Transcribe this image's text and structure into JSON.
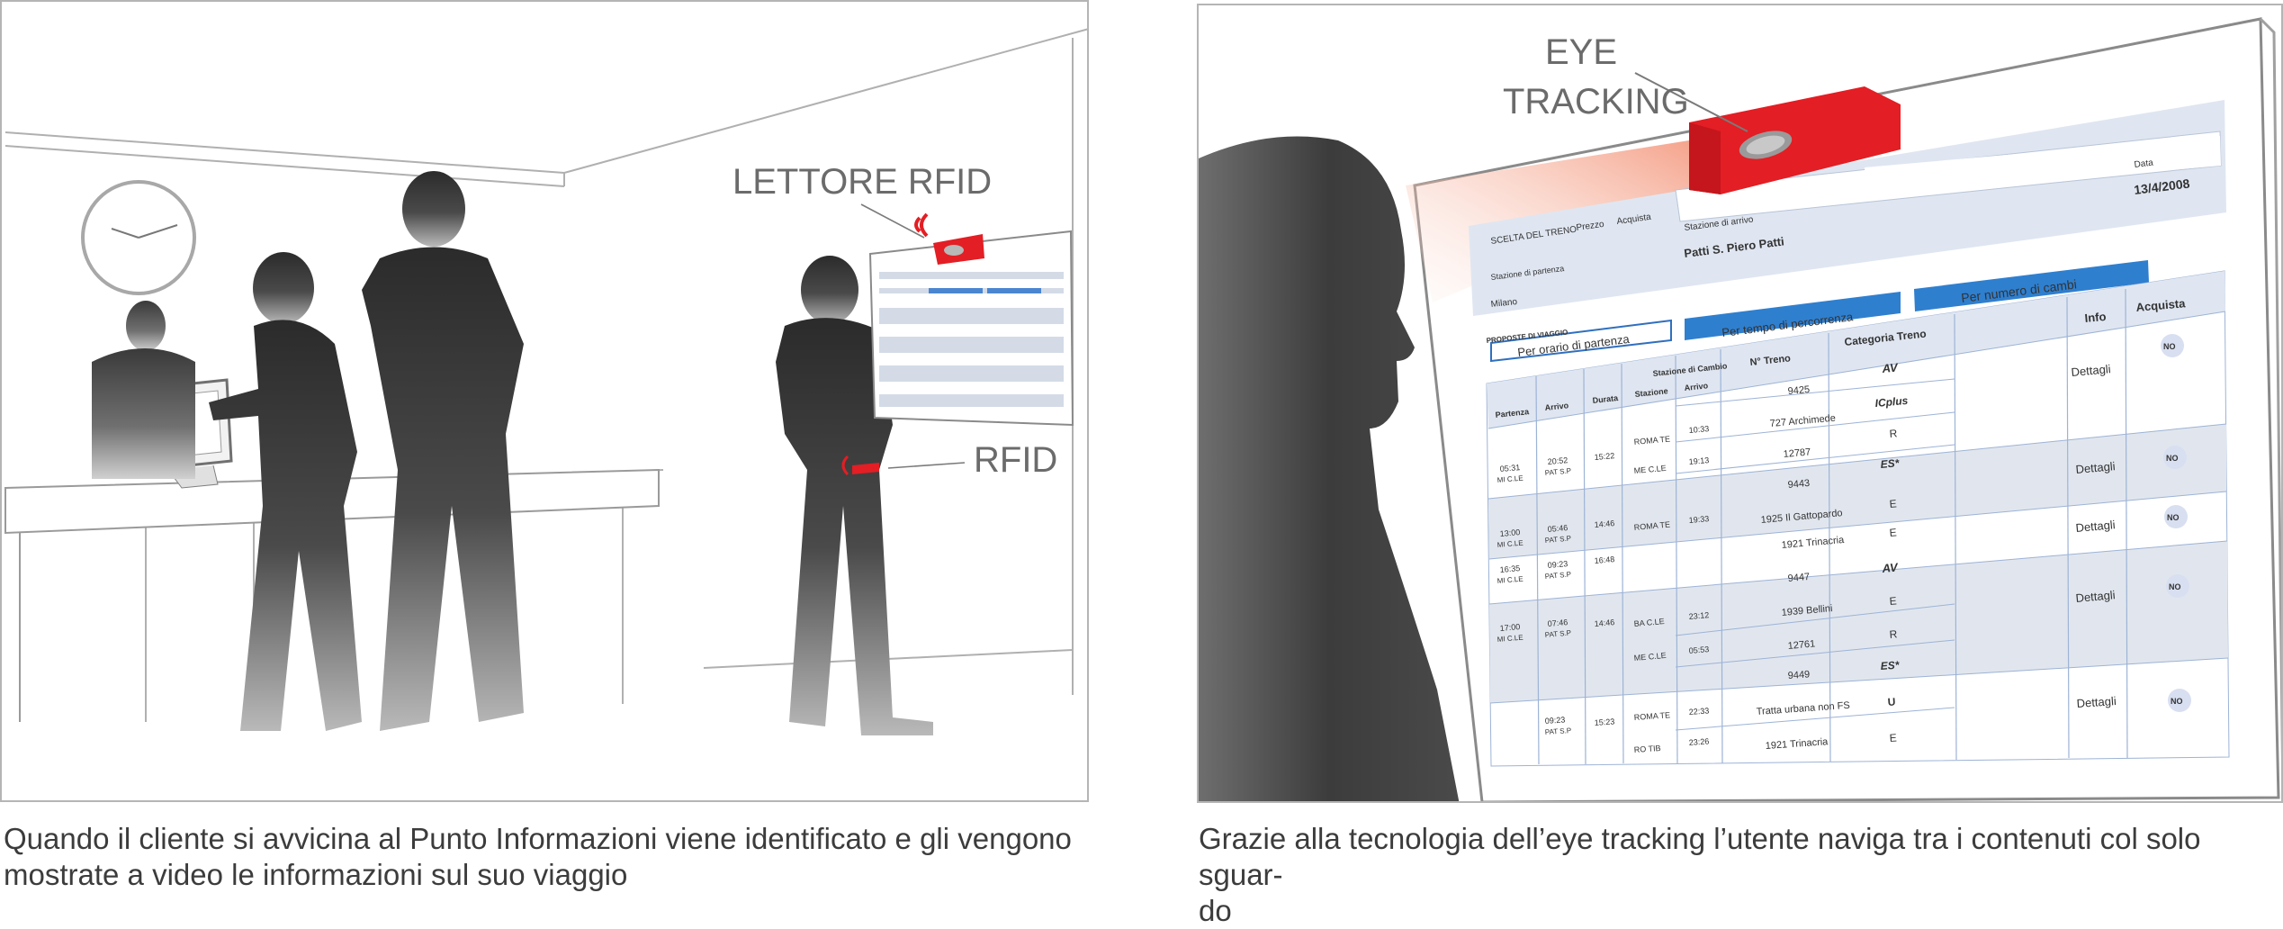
{
  "left_panel": {
    "callout_reader": "LETTORE RFID",
    "callout_tag": "RFID",
    "caption_line1": "Quando il cliente si avvicina al Punto Informazioni viene identificato e gli vengono",
    "caption_line2": "mostrate a video le informazioni sul suo viaggio"
  },
  "right_panel": {
    "callout_line1": "EYE",
    "callout_line2": "TRACKING",
    "caption_line1": "Grazie alla tecnologia dell’eye tracking l’utente naviga tra i contenuti col solo sguar-",
    "caption_line2": "do",
    "screen": {
      "tabs": [
        "SCELTA DEL TRENO",
        "Prezzo",
        "Acquista"
      ],
      "date_label": "Data",
      "date_value": "13/4/2008",
      "arrival_label": "Stazione di arrivo",
      "arrival_value": "Patti S. Piero Patti",
      "departure_label": "Stazione di partenza",
      "departure_value": "Milano",
      "proposals_label": "PROPOSTE DI VIAGGIO",
      "sort_buttons": [
        "Per orario di partenza",
        "Per tempo di percorrenza",
        "Per numero di cambi"
      ],
      "headers": {
        "partenza": "Partenza",
        "arrivo": "Arrivo",
        "durata": "Durata",
        "cambio": "Stazione di Cambio",
        "stazione": "Stazione",
        "arrivo2": "Arrivo",
        "treno": "N° Treno",
        "categoria": "Categoria Treno",
        "info": "Info",
        "acquista": "Acquista"
      },
      "rows": [
        {
          "partenza": "05:31",
          "partenza_st": "MI C.LE",
          "arrivo": "20:52",
          "arrivo_st": "PAT S.P",
          "durata": "15:22",
          "stations": [
            "",
            "ROMA TE",
            "ME C.LE",
            ""
          ],
          "st_times": [
            "",
            "10:33",
            "19:13",
            ""
          ],
          "trains": [
            "9425",
            "727 Archimede",
            "12787",
            "9443"
          ],
          "cats": [
            "AV",
            "ICplus",
            "R",
            "ES*"
          ],
          "info": "Dettagli",
          "buy": "NO"
        },
        {
          "partenza": "13:00",
          "partenza_st": "MI C.LE",
          "arrivo": "05:46",
          "arrivo_st": "PAT S.P",
          "durata": "14:46",
          "stations": [
            "ROMA TE"
          ],
          "st_times": [
            "19:33"
          ],
          "trains": [
            "1925 Il Gattopardo"
          ],
          "cats": [
            "E"
          ],
          "info": "Dettagli",
          "buy": "NO"
        },
        {
          "partenza": "16:35",
          "partenza_st": "MI C.LE",
          "arrivo": "09:23",
          "arrivo_st": "PAT S.P",
          "durata": "16:48",
          "stations": [
            ""
          ],
          "st_times": [
            ""
          ],
          "trains": [
            "1921 Trinacria"
          ],
          "cats": [
            "E"
          ],
          "info": "Dettagli",
          "buy": "NO"
        },
        {
          "partenza": "17:00",
          "partenza_st": "MI C.LE",
          "arrivo": "07:46",
          "arrivo_st": "PAT S.P",
          "durata": "14:46",
          "stations": [
            "",
            "BA C.LE",
            "ME C.LE"
          ],
          "st_times": [
            "",
            "23:12",
            "05:53"
          ],
          "trains": [
            "9447",
            "1939 Bellini",
            "12761"
          ],
          "cats": [
            "AV",
            "E",
            "R"
          ],
          "info": "Dettagli",
          "buy": "NO"
        },
        {
          "partenza": "",
          "partenza_st": "",
          "arrivo": "09:23",
          "arrivo_st": "PAT S.P",
          "durata": "15:23",
          "stations": [
            "",
            "ROMA TE",
            "RO TIB"
          ],
          "st_times": [
            "",
            "22:33",
            "23:26"
          ],
          "trains": [
            "9449",
            "Tratta urbana non FS",
            "1921 Trinacria"
          ],
          "cats": [
            "ES*",
            "U",
            "E"
          ],
          "info": "Dettagli",
          "buy": "NO"
        }
      ]
    }
  }
}
